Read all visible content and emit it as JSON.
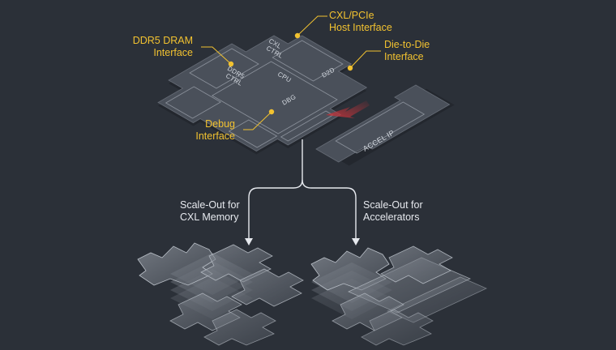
{
  "blocks": {
    "cxl_ctrl": [
      "CXL",
      "CTRL"
    ],
    "ddr5_ctrl": [
      "DDR5",
      "CTRL"
    ],
    "cpu": "CPU",
    "d2d": "D2D",
    "dbg": "DBG",
    "accel_ip": "ACCEL IP"
  },
  "callouts": {
    "cxl_pcie": [
      "CXL/PCIe",
      "Host Interface"
    ],
    "ddr5_dram": [
      "DDR5 DRAM",
      "Interface"
    ],
    "die_to_die": [
      "Die-to-Die",
      "Interface"
    ],
    "debug": [
      "Debug",
      "Interface"
    ]
  },
  "scale_out": {
    "memory": [
      "Scale-Out for",
      "CXL Memory"
    ],
    "accelerators": [
      "Scale-Out for",
      "Accelerators"
    ]
  },
  "colors": {
    "background": "#2b3038",
    "chip_top": "#4a505a",
    "block_stroke": "#8a909a",
    "callout": "#f2c230",
    "arrow": "#c0333a",
    "text": "#e6e9ee"
  }
}
